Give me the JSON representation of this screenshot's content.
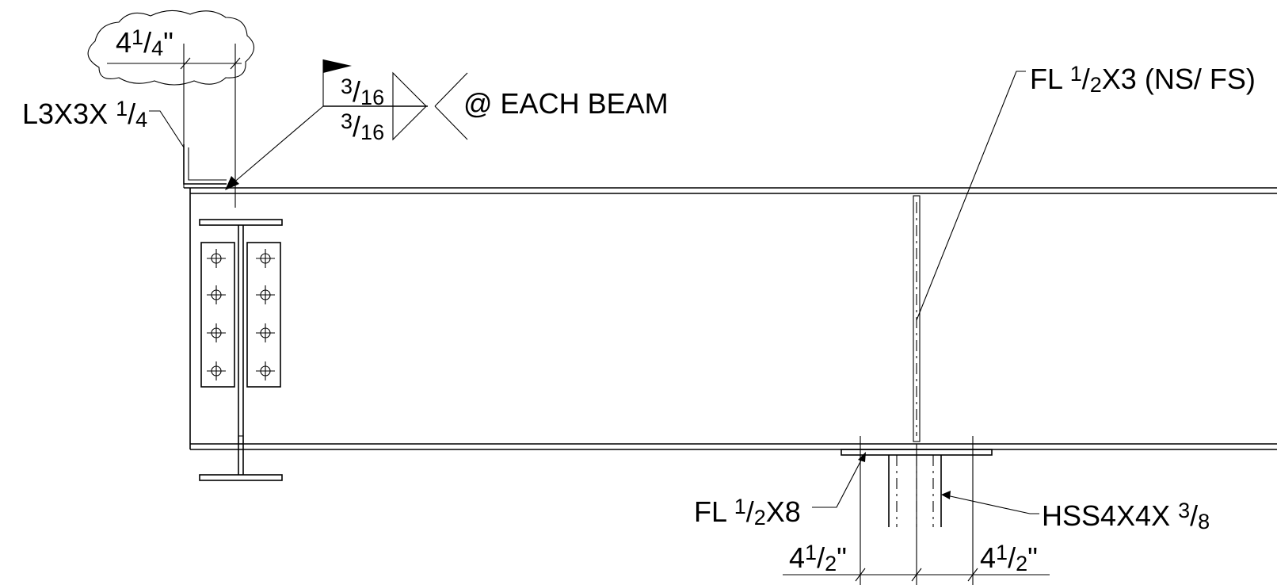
{
  "labels": {
    "dim_top": {
      "whole": "4",
      "num": "1",
      "den": "4",
      "unit": "\""
    },
    "angle": {
      "text": "L3X3X",
      "num": "1",
      "den": "4"
    },
    "weld_top": {
      "num": "3",
      "den": "16"
    },
    "weld_bottom": {
      "num": "3",
      "den": "16"
    },
    "weld_note": "@ EACH BEAM",
    "stiffener": {
      "pre": "FL",
      "num": "1",
      "den": "2",
      "post": "X3",
      "note": "(NS/ FS)"
    },
    "base_plate": {
      "pre": "FL",
      "num": "1",
      "den": "2",
      "post": "X8"
    },
    "hss": {
      "text": "HSS4X4X",
      "num": "3",
      "den": "8"
    },
    "dim_left": {
      "whole": "4",
      "num": "1",
      "den": "2",
      "unit": "\""
    },
    "dim_right": {
      "whole": "4",
      "num": "1",
      "den": "2",
      "unit": "\""
    }
  },
  "colors": {
    "line": "#000000",
    "background": "#ffffff"
  }
}
